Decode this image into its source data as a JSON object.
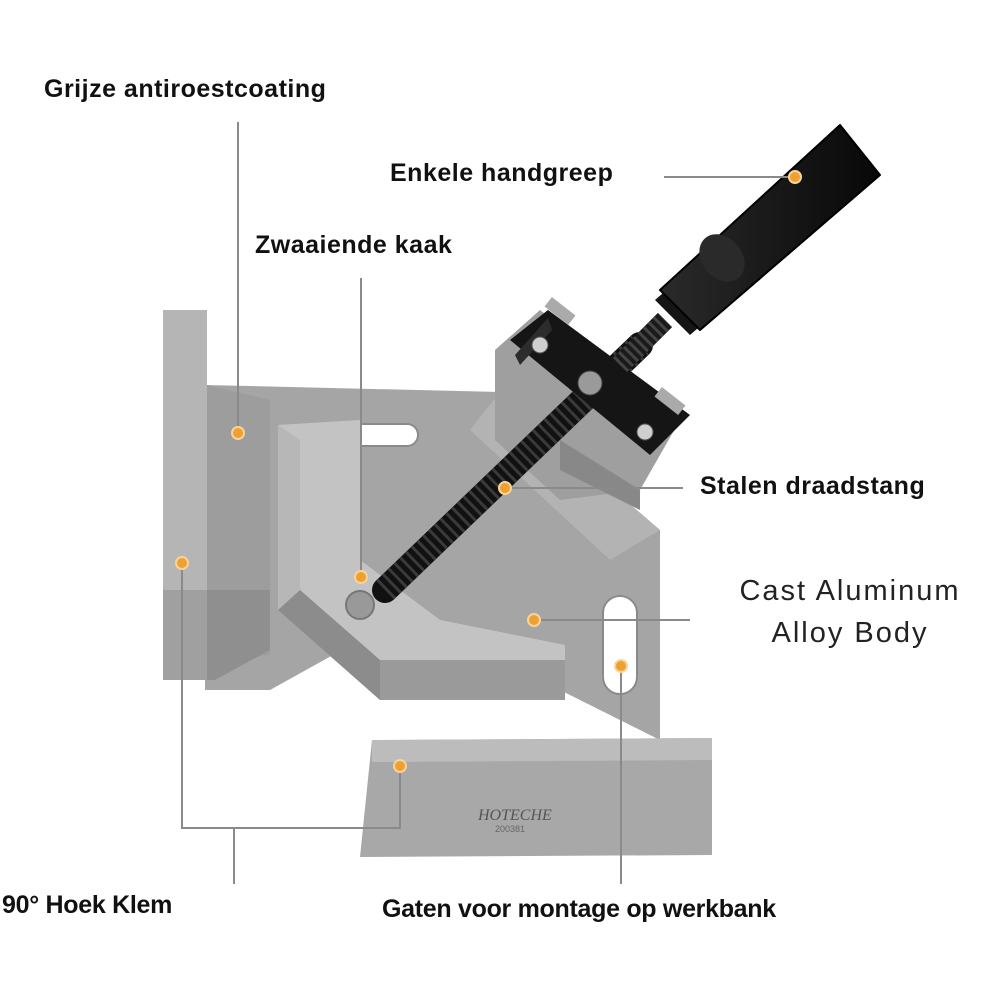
{
  "image": {
    "subject": "90-degree corner clamp with annotated features",
    "brand_mark": "HOTECHE",
    "model_mark": "200381"
  },
  "callouts": [
    {
      "id": "coating",
      "text": "Grijze antiroestcoating"
    },
    {
      "id": "handle",
      "text": "Enkele handgreep"
    },
    {
      "id": "jaw",
      "text": "Zwaaiende kaak"
    },
    {
      "id": "screw",
      "text": "Stalen draadstang"
    },
    {
      "id": "body_line1",
      "text": "Cast Aluminum"
    },
    {
      "id": "body_line2",
      "text": "Alloy Body"
    },
    {
      "id": "corner",
      "text": "90° Hoek Klem"
    },
    {
      "id": "holes",
      "text": "Gaten voor montage op werkbank"
    }
  ],
  "colors": {
    "marker": "#f0a030",
    "leader_line": "#8a8a8a",
    "metal": "#a9a9a9",
    "handle": "#141414"
  }
}
